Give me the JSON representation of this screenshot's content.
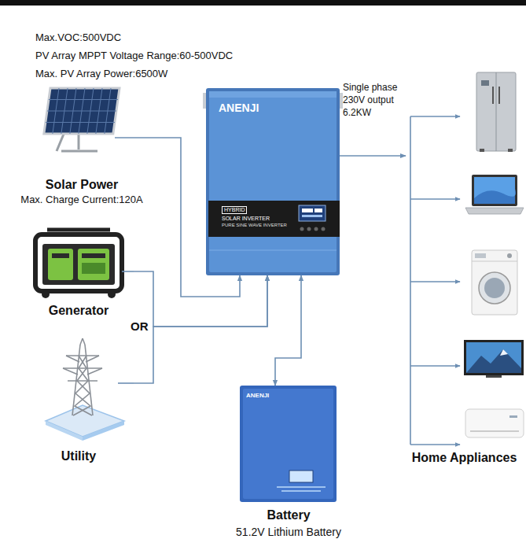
{
  "diagram": {
    "nodes": [
      {
        "text": [
          "Solar Power",
          "Max. Charge Current:120A"
        ]
      },
      {
        "text": [
          "Generator"
        ]
      },
      {
        "text": [
          "Utility"
        ]
      },
      {
        "text": [
          "ANENJI",
          "HYBRID",
          "SOLAR INVERTER",
          "PURE SINE WAVE INVERTER"
        ]
      },
      {
        "text": [
          "ANENJI",
          "Battery",
          "51.2V Lithium Battery"
        ]
      },
      {
        "text": [
          "Home Appliances"
        ]
      }
    ],
    "edges": [
      {
        "from": 0,
        "to": 3,
        "arrow": "to"
      },
      {
        "from": 1,
        "to": 3,
        "arrow": "to"
      },
      {
        "from": 2,
        "to": 3,
        "arrow": "to"
      },
      {
        "from": 3,
        "to": 4,
        "arrow": "both"
      },
      {
        "from": 3,
        "to": 5,
        "arrow": "to",
        "label": "Single phase 230V output 6.2KW"
      }
    ],
    "labels": [
      "Max.VOC:500VDC",
      "PV Array MPPT Voltage Range:60-500VDC",
      "Max. PV Array Power:6500W",
      "OR"
    ]
  }
}
